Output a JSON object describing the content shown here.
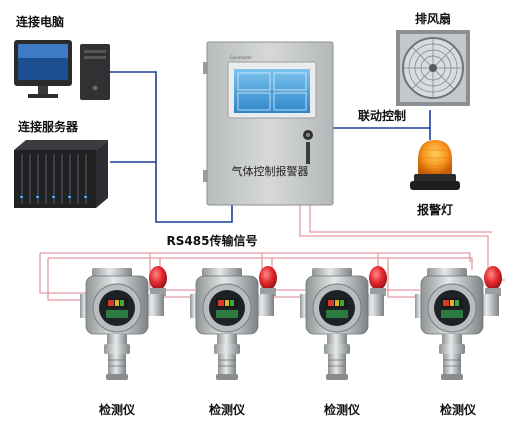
{
  "labels": {
    "computer": "连接电脑",
    "server": "连接服务器",
    "fan": "排风扇",
    "linkage_control": "联动控制",
    "alarm_light": "报警灯",
    "bus": "RS485传输信号",
    "panel_title": "气体控制报警器",
    "panel_brand": "Gasmaster"
  },
  "detectors": [
    {
      "label": "检测仪"
    },
    {
      "label": "检测仪"
    },
    {
      "label": "检测仪"
    },
    {
      "label": "检测仪"
    }
  ],
  "colors": {
    "signal_line": "#1f3c9a",
    "bus_line": "#e39aa2",
    "cabinet": "#c9cccd",
    "screen": "#4aa3de",
    "alarm": "#f28a10",
    "detector_red": "#d9262c"
  }
}
